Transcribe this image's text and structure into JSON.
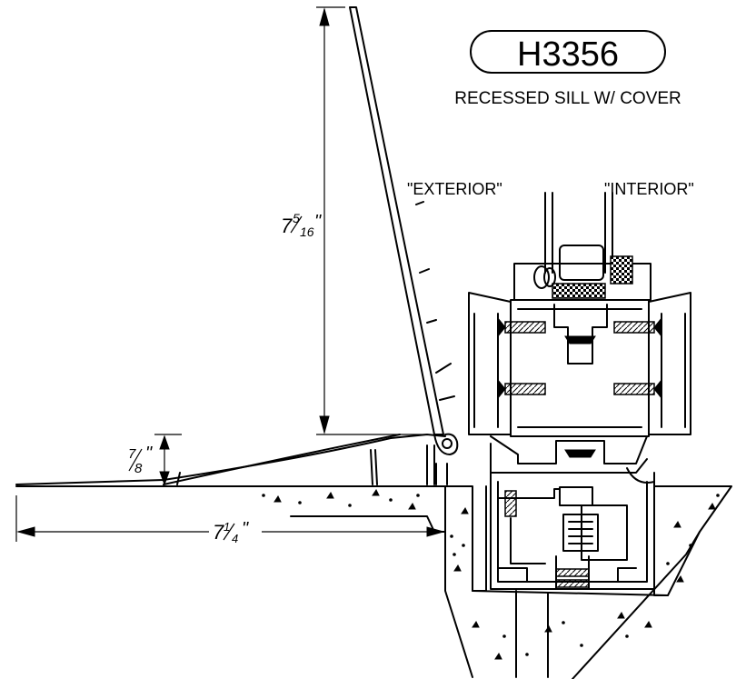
{
  "title": {
    "part_number": "H3356",
    "description": "RECESSED SILL W/ COVER"
  },
  "labels": {
    "exterior": "\"EXTERIOR\"",
    "interior": "\"INTERIOR\""
  },
  "dimensions": {
    "height": {
      "whole": "7",
      "num": "5",
      "den": "16",
      "unit": "\""
    },
    "sill_height": {
      "whole": "",
      "num": "7",
      "den": "8",
      "unit": "\""
    },
    "width": {
      "whole": "7",
      "num": "1",
      "den": "4",
      "unit": "\""
    }
  },
  "colors": {
    "line": "#000000",
    "background": "#ffffff"
  }
}
